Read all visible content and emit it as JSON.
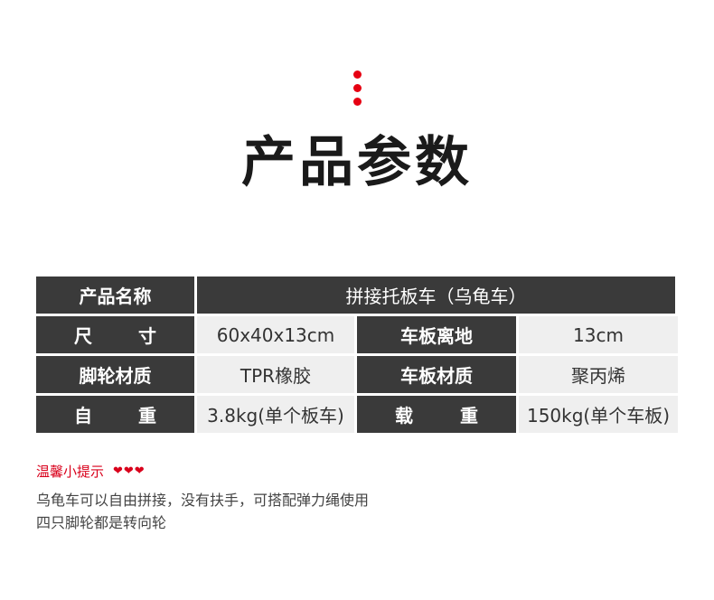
{
  "title": "产品参数",
  "table": {
    "row1": {
      "label": "产品名称",
      "value": "拼接托板车（乌龟车）"
    },
    "row2": {
      "label1": [
        "尺",
        "寸"
      ],
      "value1": "60x40x13cm",
      "label2": "车板离地",
      "value2": "13cm"
    },
    "row3": {
      "label1": "脚轮材质",
      "value1": "TPR橡胶",
      "label2": "车板材质",
      "value2": "聚丙烯"
    },
    "row4": {
      "label1": [
        "自",
        "重"
      ],
      "value1": "3.8kg(单个板车)",
      "label2": [
        "载",
        "重"
      ],
      "value2": "150kg(单个车板)"
    }
  },
  "tips": {
    "title": "温馨小提示",
    "hearts": "❤❤❤",
    "lines": [
      "乌龟车可以自由拼接，没有扶手，可搭配弹力绳使用",
      "四只脚轮都是转向轮"
    ]
  },
  "colors": {
    "accent": "#e60012",
    "header_bg": "#3a3a3a",
    "value_bg": "#efefef"
  }
}
